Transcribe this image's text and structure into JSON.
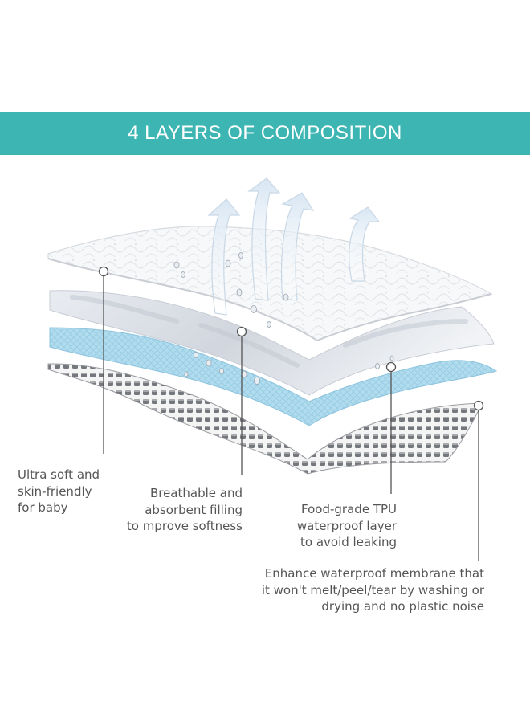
{
  "banner": {
    "title": "4 LAYERS OF COMPOSITION",
    "color": "#3db6b3"
  },
  "layers": [
    {
      "label": "Ultra soft and\nskin-friendly\nfor baby",
      "color": "#f6f7f8"
    },
    {
      "label": "Breathable and\nabsorbent filling\nto mprove softness",
      "color": "#dfe3ea"
    },
    {
      "label": "Food-grade TPU\nwaterproof layer\nto avoid leaking",
      "color": "#a9d7ec"
    },
    {
      "label": "Enhance waterproof membrane that\nit won't melt/peel/tear by washing or\ndrying and no plastic noise",
      "color": "#8e9095"
    }
  ],
  "icons": {
    "arrows": "upward-air-arrow-icon",
    "drops": "water-drop-icon"
  }
}
